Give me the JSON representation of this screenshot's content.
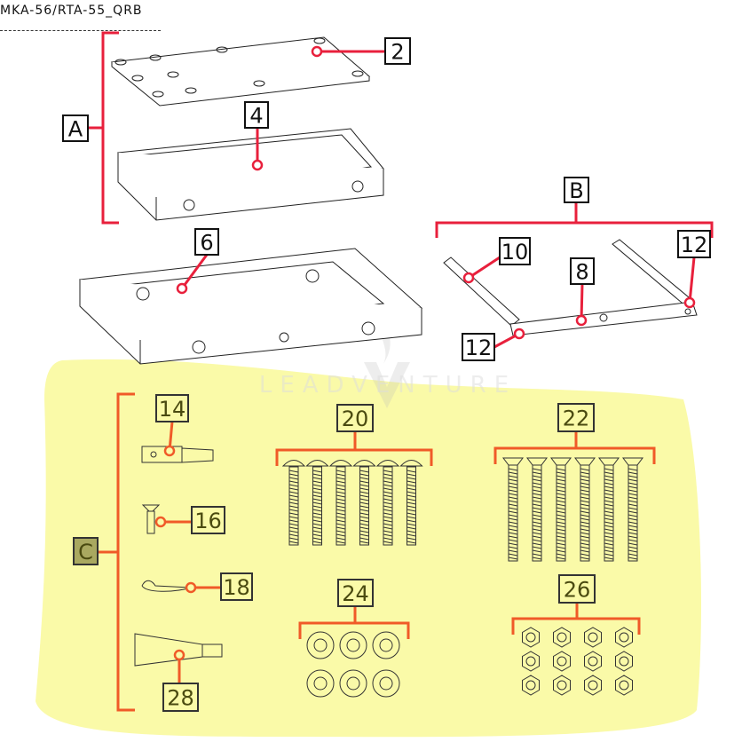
{
  "header": {
    "title": "MKA-56/RTA-55_QRB"
  },
  "watermark": "LEADVENTURE",
  "colors": {
    "callout_top": "#e8203c",
    "callout_hardware": "#f05a28",
    "hardware_highlight": "#fafaa8",
    "group_c_fill": "#a9a860"
  },
  "groups": [
    {
      "label": "A"
    },
    {
      "label": "B"
    },
    {
      "label": "C"
    }
  ],
  "callouts": [
    {
      "label": "2"
    },
    {
      "label": "4"
    },
    {
      "label": "6"
    },
    {
      "label": "10"
    },
    {
      "label": "8"
    },
    {
      "label": "12"
    },
    {
      "label": "12"
    },
    {
      "label": "14"
    },
    {
      "label": "16"
    },
    {
      "label": "18"
    },
    {
      "label": "28"
    },
    {
      "label": "20"
    },
    {
      "label": "22"
    },
    {
      "label": "24"
    },
    {
      "label": "26"
    }
  ]
}
